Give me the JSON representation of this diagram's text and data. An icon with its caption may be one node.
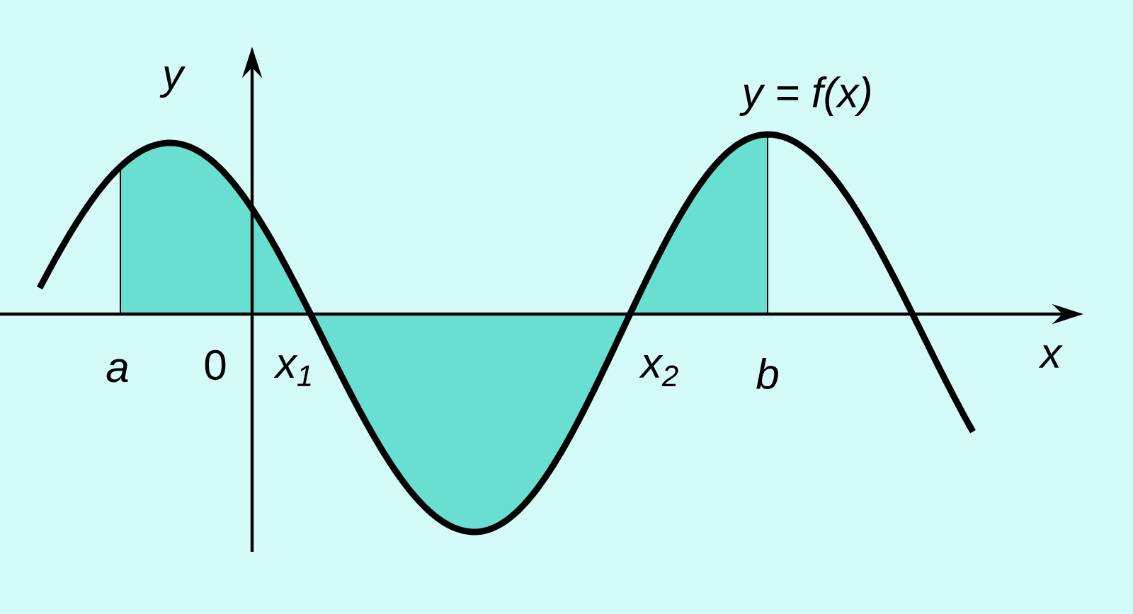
{
  "diagram": {
    "labels": [
      "y",
      "y = f(x)",
      "a",
      "0",
      "x$_{1}$",
      "x$_{2}$",
      "b",
      "x"
    ]
  }
}
